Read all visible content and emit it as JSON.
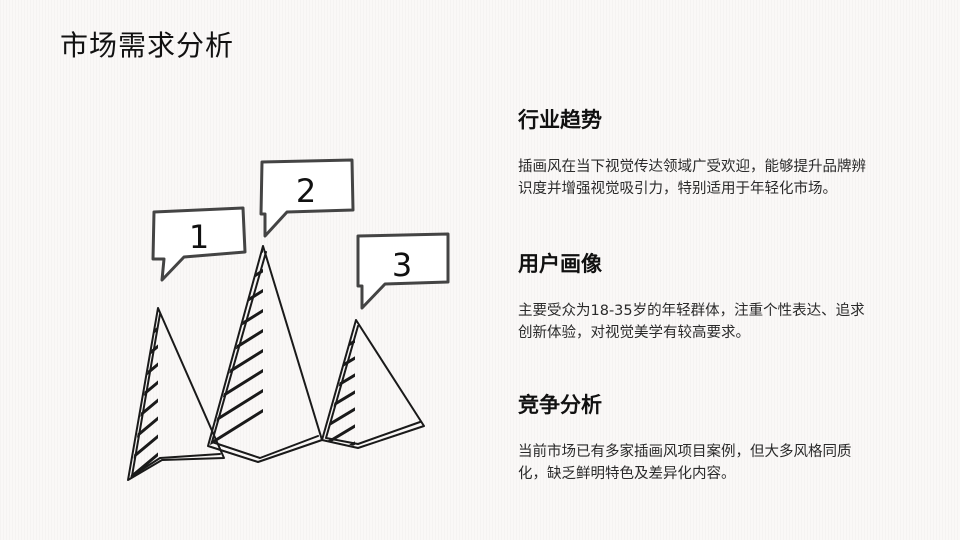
{
  "page": {
    "title": "市场需求分析"
  },
  "illustration": {
    "labels": [
      "1",
      "2",
      "3"
    ]
  },
  "sections": [
    {
      "title": "行业趋势",
      "body": "插画风在当下视觉传达领域广受欢迎，能够提升品牌辨识度并增强视觉吸引力，特别适用于年轻化市场。"
    },
    {
      "title": "用户画像",
      "body": "主要受众为18-35岁的年轻群体，注重个性表达、追求创新体验，对视觉美学有较高要求。"
    },
    {
      "title": "竞争分析",
      "body": "当前市场已有多家插画风项目案例，但大多风格同质化，缺乏鲜明特色及差异化内容。"
    }
  ],
  "colors": {
    "ink": "#111111",
    "background": "#faf8f7"
  }
}
